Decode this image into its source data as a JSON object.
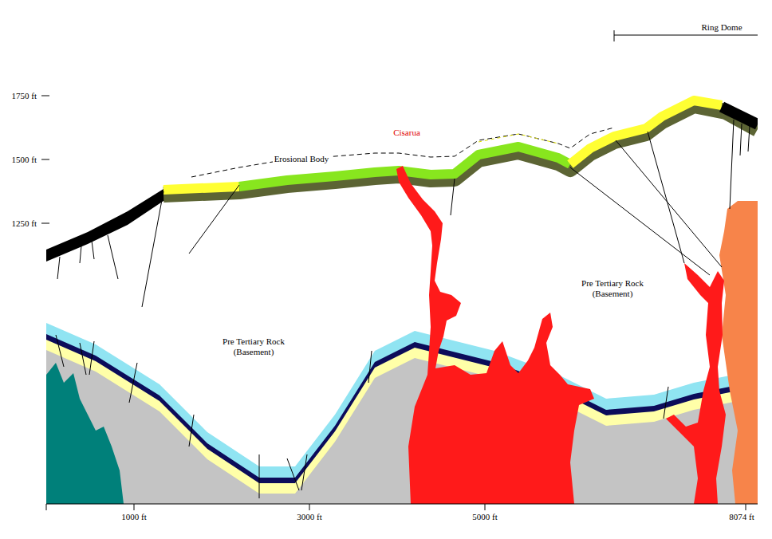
{
  "diagram": {
    "labels": [
      "Ring Dome",
      "1750 ft",
      "1500 ft",
      "1250 ft",
      "Cisarua",
      "Erosional Body",
      "Pre Tertiary Rock (Basement)",
      "Pre Tertiary Rock (Basement)",
      "1000 ft",
      "3000 ft",
      "5000 ft",
      "8074 ft"
    ]
  }
}
